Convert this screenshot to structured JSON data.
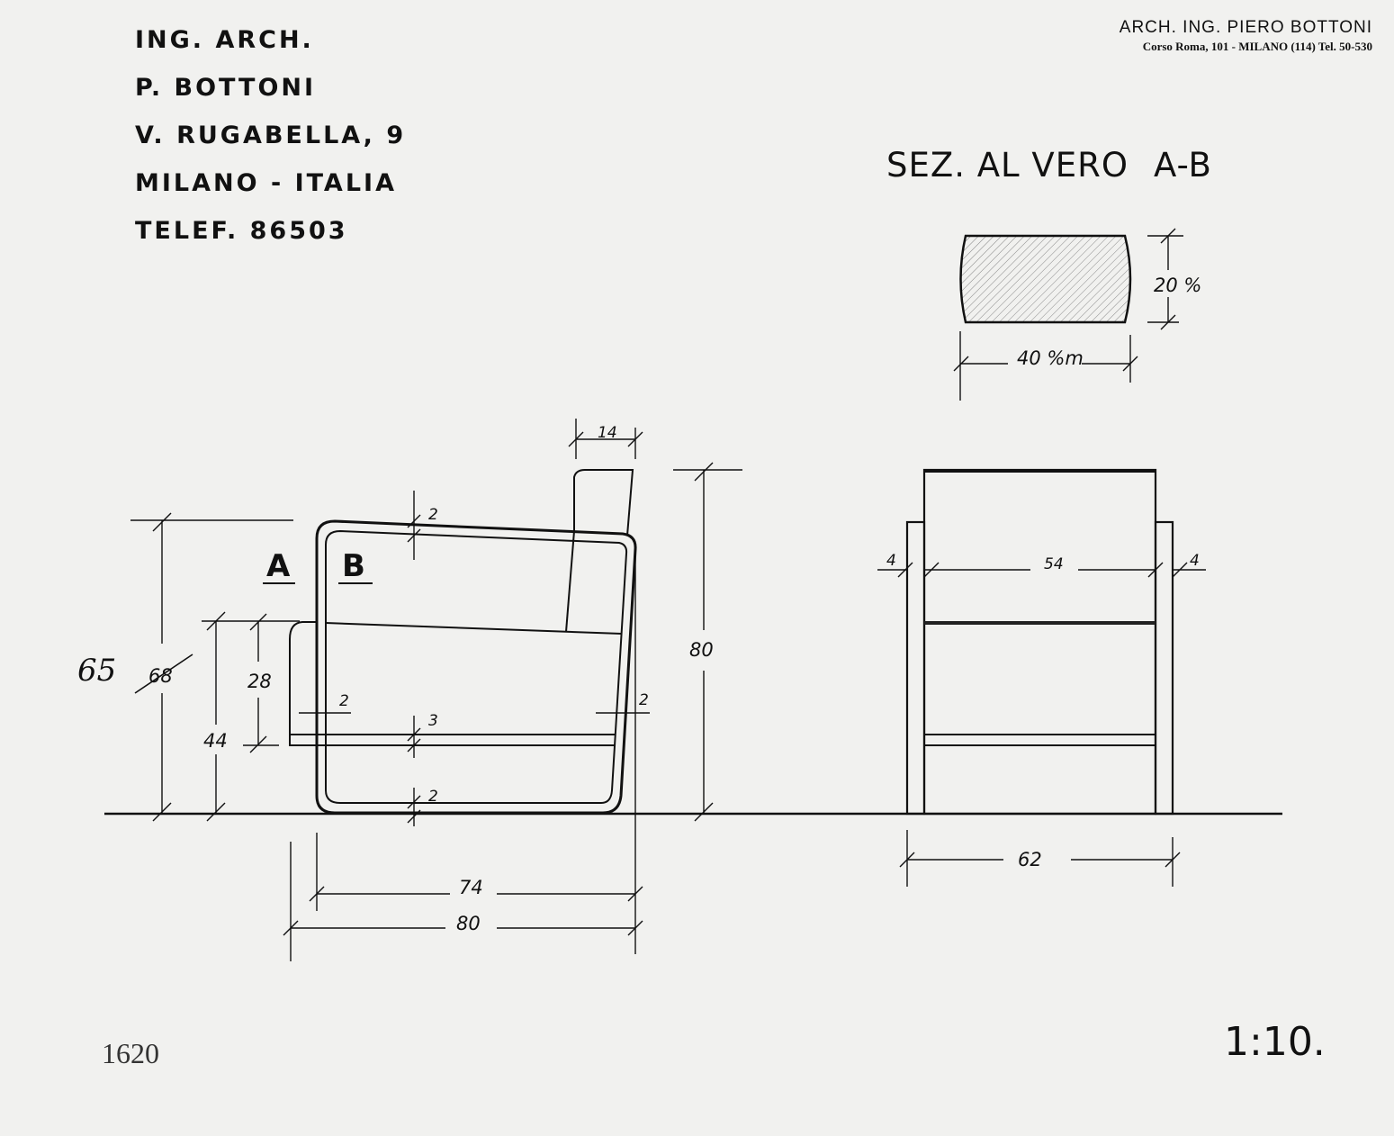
{
  "stamp_left": {
    "lines": [
      "ING. ARCH.",
      "P. BOTTONI",
      "V. RUGABELLA, 9",
      "MILANO - ITALIA",
      "TELEF. 86503"
    ]
  },
  "stamp_right": {
    "line1": "ARCH. ING. PIERO BOTTONI",
    "line2": "Corso Roma, 101 - MILANO (114) Tel. 50-530"
  },
  "section": {
    "title_part1": "SEZ. AL VERO",
    "title_part2": "A-B",
    "height_label": "20 %",
    "width_label": "40 %m"
  },
  "side_view": {
    "label_a": "A",
    "label_b": "B",
    "dim_back_thickness": "14",
    "dim_tube_top": "2",
    "dim_tube_left": "2",
    "dim_tube_right": "2",
    "dim_seat_cushion": "3",
    "dim_tube_bottom": "2",
    "dim_total_height": "80",
    "dim_armrest_height": "65",
    "dim_armrest_height_old": "68",
    "dim_seat_height": "44",
    "dim_seat_to_arm": "28",
    "dim_frame_length": "74",
    "dim_total_depth": "80"
  },
  "front_view": {
    "dim_left_post": "4",
    "dim_seat_width": "54",
    "dim_right_post": "4",
    "dim_total_width": "62"
  },
  "footer": {
    "archive_number": "1620",
    "scale": "1:10."
  }
}
